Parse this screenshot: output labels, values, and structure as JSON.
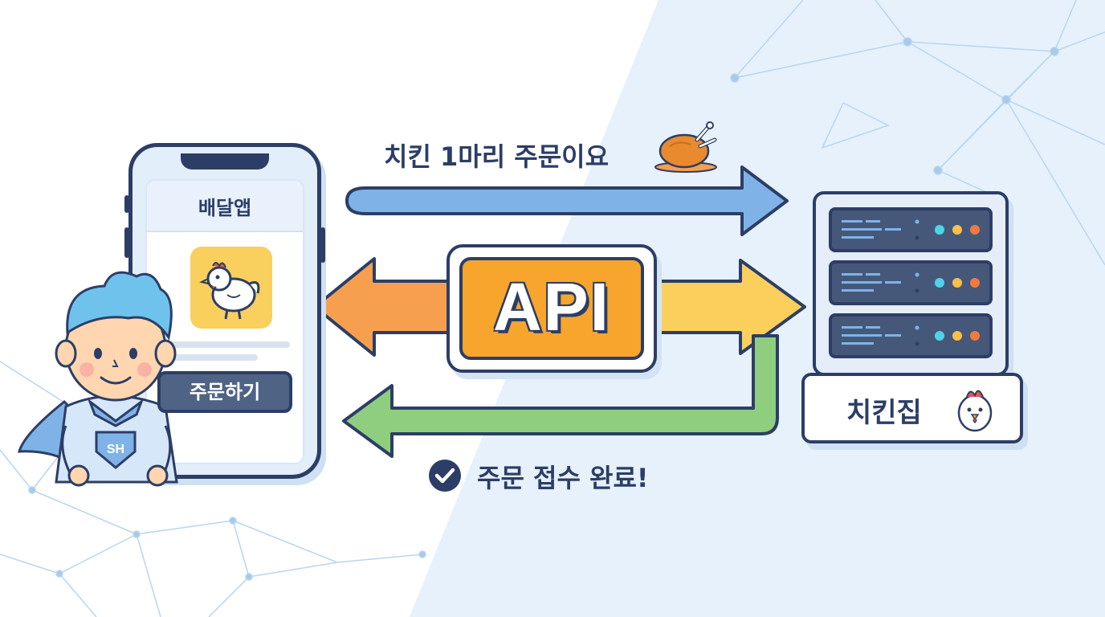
{
  "diagram": {
    "client": {
      "app_title": "배달앱",
      "order_button": "주문하기",
      "mascot_badge": "SH"
    },
    "center": {
      "badge": "API"
    },
    "request": {
      "label": "치킨 1마리 주문이요"
    },
    "response": {
      "label": "주문 접수 완료!"
    },
    "server": {
      "label": "치킨집"
    },
    "icons": [
      "chicken-icon",
      "roast-chicken-icon",
      "chicken-head-icon",
      "check-circle-icon",
      "server-icon",
      "phone-icon",
      "mascot-icon"
    ],
    "colors": {
      "outline": "#2c3e66",
      "request_arrow": "#7fb3e8",
      "api_orange": "#f7a52d",
      "left_arrow": "#f6a04f",
      "right_arrow": "#fbcf5c",
      "response_arrow": "#8fce7f",
      "background_blue": "#e6f1fc"
    }
  }
}
